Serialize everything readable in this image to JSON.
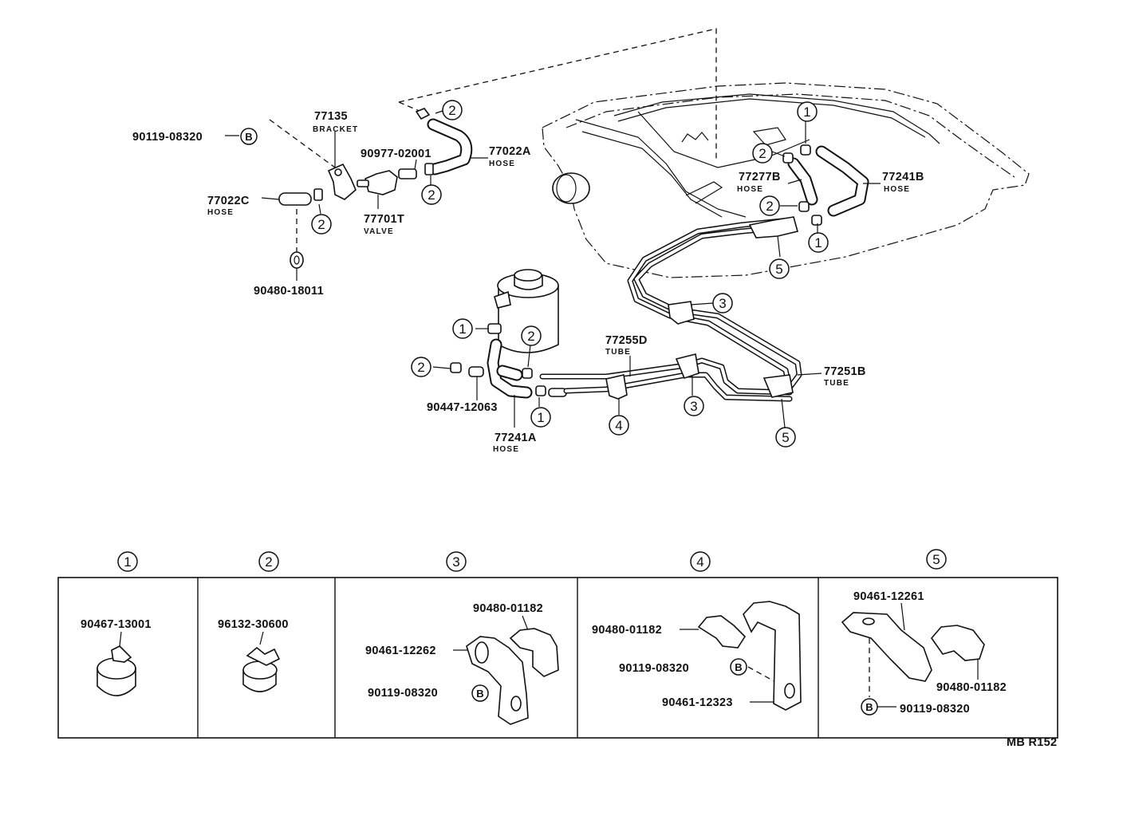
{
  "diagram_code": "MB R152",
  "parts": {
    "p77135": {
      "number": "77135",
      "name": "BRACKET"
    },
    "p90119_top": {
      "number": "90119-08320",
      "ref": "B"
    },
    "p77022A": {
      "number": "77022A",
      "name": "HOSE"
    },
    "p90977": {
      "number": "90977-02001"
    },
    "p77022C": {
      "number": "77022C",
      "name": "HOSE"
    },
    "p77701T": {
      "number": "77701T",
      "name": "VALVE"
    },
    "p90480_18011": {
      "number": "90480-18011"
    },
    "p77277B": {
      "number": "77277B",
      "name": "HOSE"
    },
    "p77241B": {
      "number": "77241B",
      "name": "HOSE"
    },
    "p77255D": {
      "number": "77255D",
      "name": "TUBE"
    },
    "p77251B": {
      "number": "77251B",
      "name": "TUBE"
    },
    "p90447": {
      "number": "90447-12063"
    },
    "p77241A": {
      "number": "77241A",
      "name": "HOSE"
    }
  },
  "callouts": [
    "1",
    "2",
    "3",
    "4",
    "5"
  ],
  "detail": {
    "one": {
      "label": "1",
      "parts": [
        "90467-13001"
      ]
    },
    "two": {
      "label": "2",
      "parts": [
        "96132-30600"
      ]
    },
    "three": {
      "label": "3",
      "parts": [
        "90480-01182",
        "90461-12262",
        "90119-08320"
      ],
      "ref": "B"
    },
    "four": {
      "label": "4",
      "parts": [
        "90480-01182",
        "90119-08320",
        "90461-12323"
      ],
      "ref": "B"
    },
    "five": {
      "label": "5",
      "parts": [
        "90461-12261",
        "90480-01182",
        "90119-08320"
      ],
      "ref": "B"
    }
  }
}
